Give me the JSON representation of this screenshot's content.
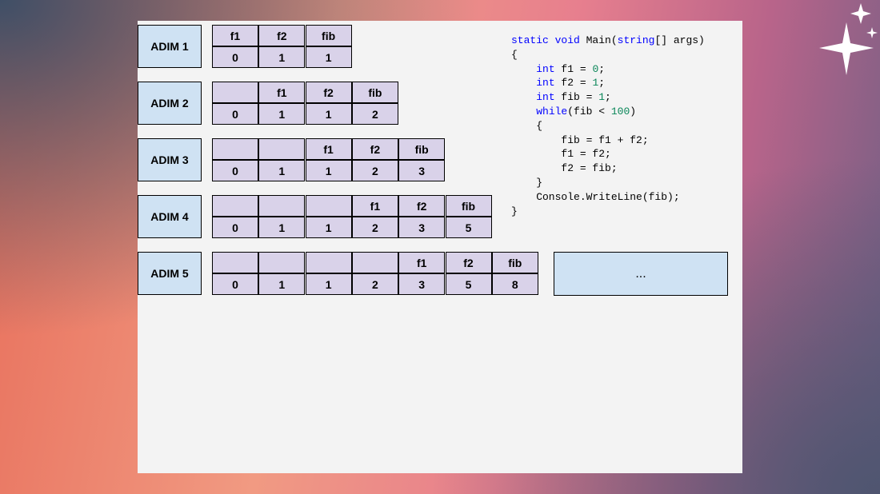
{
  "rows": [
    {
      "label": "ADIM 1",
      "headers": [
        "f1",
        "f2",
        "fib"
      ],
      "values": [
        "0",
        "1",
        "1"
      ]
    },
    {
      "label": "ADIM 2",
      "headers": [
        "",
        "f1",
        "f2",
        "fib"
      ],
      "values": [
        "0",
        "1",
        "1",
        "2"
      ]
    },
    {
      "label": "ADIM 3",
      "headers": [
        "",
        "",
        "f1",
        "f2",
        "fib"
      ],
      "values": [
        "0",
        "1",
        "1",
        "2",
        "3"
      ]
    },
    {
      "label": "ADIM 4",
      "headers": [
        "",
        "",
        "",
        "f1",
        "f2",
        "fib"
      ],
      "values": [
        "0",
        "1",
        "1",
        "2",
        "3",
        "5"
      ]
    },
    {
      "label": "ADIM 5",
      "headers": [
        "",
        "",
        "",
        "",
        "f1",
        "f2",
        "fib"
      ],
      "values": [
        "0",
        "1",
        "1",
        "2",
        "3",
        "5",
        "8"
      ]
    }
  ],
  "ellipsis": "...",
  "code": [
    [
      {
        "t": "static void",
        "c": "kw"
      },
      {
        "t": " Main("
      },
      {
        "t": "string",
        "c": "kw"
      },
      {
        "t": "[] args)"
      }
    ],
    [
      {
        "t": "{"
      }
    ],
    [
      {
        "t": "    "
      },
      {
        "t": "int",
        "c": "kw"
      },
      {
        "t": " f1 = "
      },
      {
        "t": "0",
        "c": "num"
      },
      {
        "t": ";"
      }
    ],
    [
      {
        "t": "    "
      },
      {
        "t": "int",
        "c": "kw"
      },
      {
        "t": " f2 = "
      },
      {
        "t": "1",
        "c": "num"
      },
      {
        "t": ";"
      }
    ],
    [
      {
        "t": "    "
      },
      {
        "t": "int",
        "c": "kw"
      },
      {
        "t": " fib = "
      },
      {
        "t": "1",
        "c": "num"
      },
      {
        "t": ";"
      }
    ],
    [
      {
        "t": "    "
      },
      {
        "t": "while",
        "c": "kw"
      },
      {
        "t": "(fib < "
      },
      {
        "t": "100",
        "c": "num"
      },
      {
        "t": ")"
      }
    ],
    [
      {
        "t": "    {"
      }
    ],
    [
      {
        "t": "        fib = f1 + f2;"
      }
    ],
    [
      {
        "t": "        f1 = f2;"
      }
    ],
    [
      {
        "t": "        f2 = fib;"
      }
    ],
    [
      {
        "t": "    }"
      }
    ],
    [
      {
        "t": "    Console.WriteLine(fib);"
      }
    ],
    [
      {
        "t": "}"
      }
    ]
  ]
}
